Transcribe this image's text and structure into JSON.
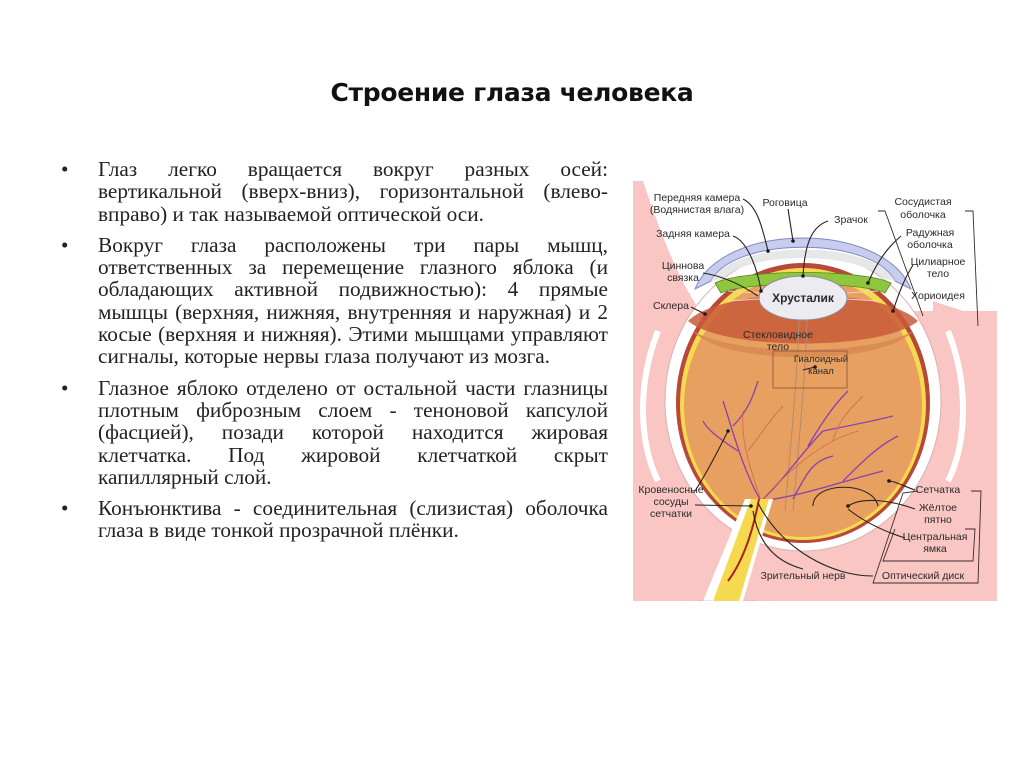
{
  "slide": {
    "title": "Строение глаза человека",
    "bullets": [
      {
        "marker": "•",
        "text": "Глаз легко вращается вокруг разных осей: вертикальной (вверх-вниз), горизонтальной (влево-вправо) и так называемой оптической оси."
      },
      {
        "marker": "•",
        "text": "Вокруг глаза расположены три пары мышц, ответственных за перемещение глазного яблока (и обладающих активной подвижностью): 4 прямые мышцы (верхняя, нижняя, внутренняя и наружная) и 2 косые (верхняя и нижняя). Этими мышцами управляют сигналы, которые нервы глаза получают из мозга."
      },
      {
        "marker": "•",
        "text": "Глазное яблоко отделено от остальной части глазницы плотным фиброзным слоем - теноновой капсулой (фасцией), позади которой находится жировая клетчатка. Под жировой клетчаткой скрыт капиллярный слой."
      },
      {
        "marker": "•",
        "text": "Конъюнктива - соединительная (слизистая) оболочка глаза в виде тонкой прозрачной плёнки."
      }
    ]
  },
  "diagram": {
    "labels": {
      "anterior_chamber_1": "Передняя камера",
      "anterior_chamber_2": "(Водянистая влага)",
      "posterior_chamber": "Задняя камера",
      "cornea": "Роговица",
      "pupil": "Зрачок",
      "vascular_1": "Сосудистая",
      "vascular_2": "оболочка",
      "iris_1": "Радужная",
      "iris_2": "оболочка",
      "ciliary_1": "Цилиарное",
      "ciliary_2": "тело",
      "zonule_1": "Циннова",
      "zonule_2": "связка",
      "lens": "Хрусталик",
      "sclera": "Склера",
      "choroid": "Хориоидея",
      "vitreous_1": "Стекловидное",
      "vitreous_2": "тело",
      "hyaloid_1": "Гиалоидный",
      "hyaloid_2": "канал",
      "vessels_1": "Кровеносные",
      "vessels_2": "сосуды",
      "vessels_3": "сетчатки",
      "retina": "Сетчатка",
      "macula_1": "Жёлтое",
      "macula_2": "пятно",
      "fovea_1": "Центральная",
      "fovea_2": "ямка",
      "optic_nerve": "Зрительный нерв",
      "optic_disc": "Оптический диск"
    },
    "colors": {
      "background": "#f9c6c4",
      "sclera": "#ffffff",
      "vitreous": "#e8a060",
      "retina": "#f5d94e",
      "iris": "#8fc63f",
      "cornea": "#cfd3ef",
      "lens": "#ecebf0",
      "vessels": "#8a3fb0"
    }
  }
}
